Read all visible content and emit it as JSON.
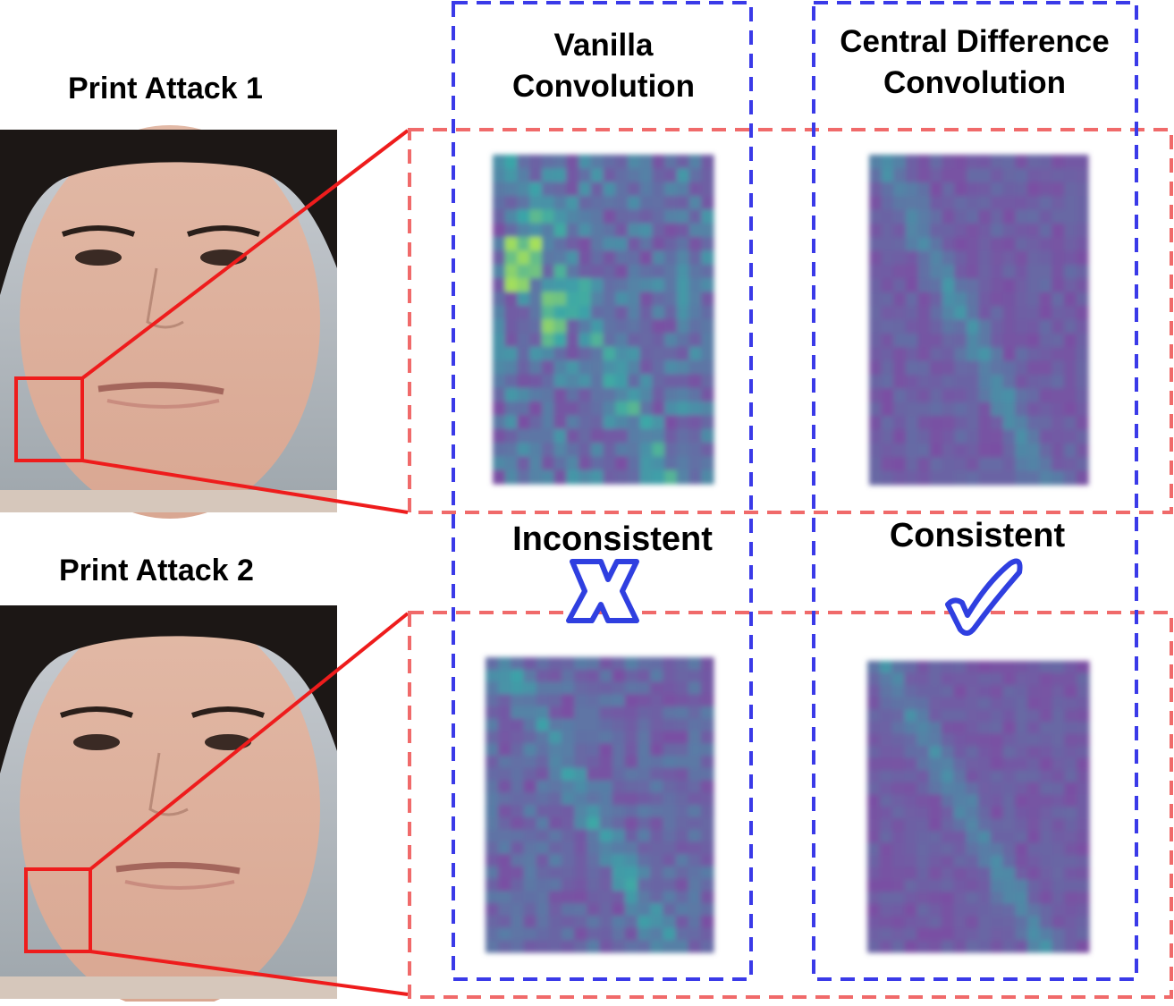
{
  "rows": [
    {
      "label": "Print Attack 1"
    },
    {
      "label": "Print Attack 2"
    }
  ],
  "columns": [
    {
      "line1": "Vanilla",
      "line2": "Convolution",
      "verdict": "Inconsistent",
      "verdict_icon": "cross-icon"
    },
    {
      "line1": "Central Difference",
      "line2": "Convolution",
      "verdict": "Consistent",
      "verdict_icon": "check-icon"
    }
  ],
  "colors": {
    "blue_box": "#3a3ae8",
    "red_box": "#f06a6a",
    "zoom_line": "#ee1c1c",
    "heatmap_base": "#7a4fa3",
    "heatmap_teal": "#3aa6a8",
    "heatmap_hot": "#a6e05a",
    "icon_outline": "#2f3fe0"
  }
}
